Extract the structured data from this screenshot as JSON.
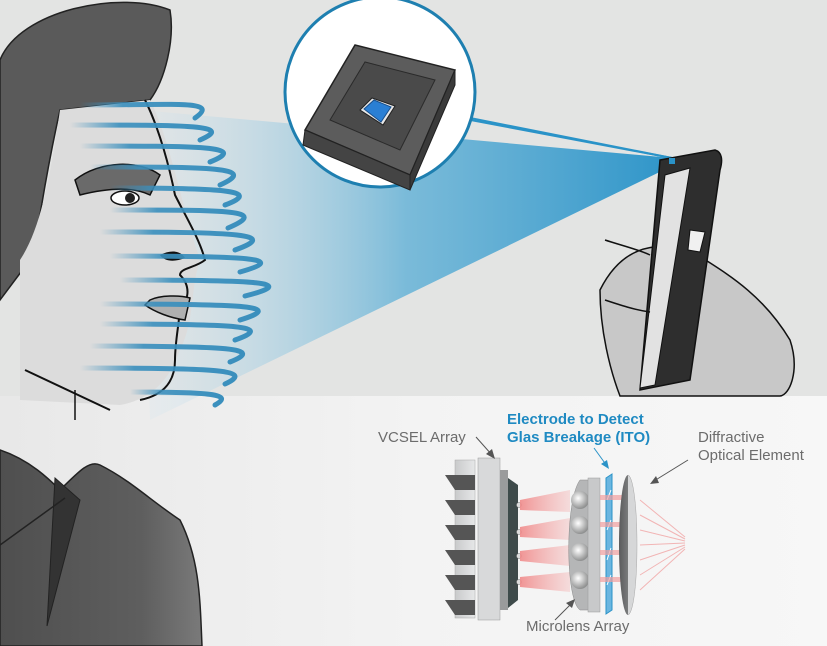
{
  "colors": {
    "top_background": "#e3e4e3",
    "bottom_background": "#f4f4f4",
    "accent_blue": "#2a93c8",
    "ring_blue": "#3a8fbd",
    "label_blue": "#1f8ac2",
    "label_gray": "#6c6c6c",
    "hair_gray": "#5a5a5a",
    "skin_gray": "#dcdcdc",
    "jacket_gray": "#606060",
    "laser_red": "#f08a8a",
    "chip_blue": "#2a7fd4"
  },
  "scene": {
    "subject": "Face profile scanned by projected structured-light rings",
    "device": "Smartphone held in hand emitting a blue projection beam",
    "inset": "Circular magnified view of VCSEL chip package"
  },
  "diagram": {
    "labels": {
      "vcsel_array": "VCSEL Array",
      "electrode_line1": "Electrode to Detect",
      "electrode_line2": "Glas Breakage (ITO)",
      "doe_line1": "Diffractive",
      "doe_line2": "Optical Element",
      "microlens": "Microlens Array"
    }
  }
}
